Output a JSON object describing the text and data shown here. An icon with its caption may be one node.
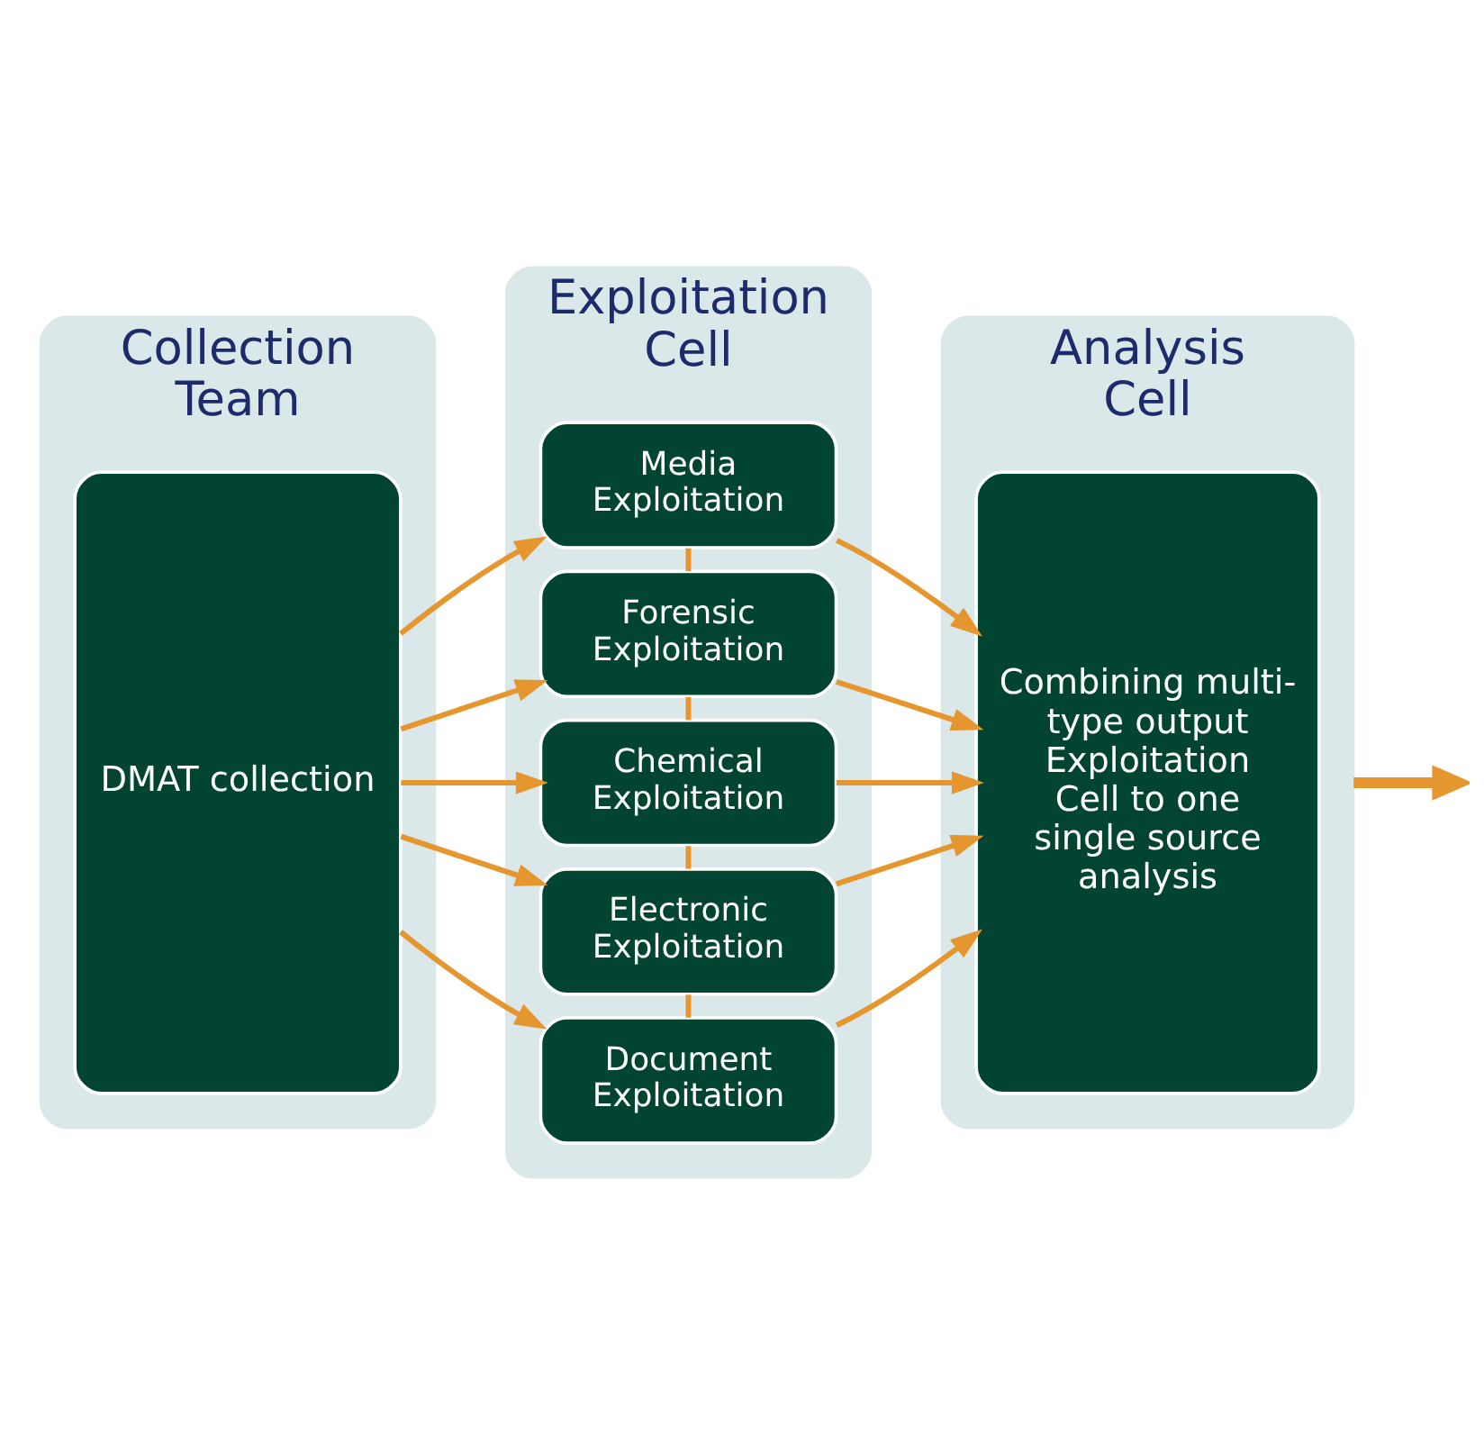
{
  "diagram": {
    "nodes": [
      {
        "text": [
          "Collection Team"
        ]
      },
      {
        "text": [
          "DMAT collection"
        ],
        "in": 0
      },
      {
        "text": [
          "Exploitation Cell"
        ]
      },
      {
        "text": [
          "Document Exploitation"
        ],
        "in": 2
      },
      {
        "text": [
          "Electronic Exploitation"
        ],
        "in": 2
      },
      {
        "text": [
          "Chemical Exploitation"
        ],
        "in": 2
      },
      {
        "text": [
          "Forensic Exploitation"
        ],
        "in": 2
      },
      {
        "text": [
          "Media Exploitation"
        ],
        "in": 2
      },
      {
        "text": [
          "Analysis Cell"
        ]
      },
      {
        "text": [
          "Combining multi-type output Exploitation Cell to one single source analysis"
        ],
        "in": 8
      }
    ],
    "edges": [
      {
        "from": 1,
        "to": 3,
        "arrow": "to"
      },
      {
        "from": 1,
        "to": 4,
        "arrow": "to"
      },
      {
        "from": 1,
        "to": 5,
        "arrow": "to"
      },
      {
        "from": 1,
        "to": 6,
        "arrow": "to"
      },
      {
        "from": 1,
        "to": 7,
        "arrow": "to"
      },
      {
        "from": 3,
        "to": 4,
        "arrow": "none"
      },
      {
        "from": 4,
        "to": 5,
        "arrow": "none"
      },
      {
        "from": 5,
        "to": 6,
        "arrow": "none"
      },
      {
        "from": 6,
        "to": 7,
        "arrow": "none"
      },
      {
        "from": 3,
        "to": 9,
        "arrow": "to"
      },
      {
        "from": 4,
        "to": 9,
        "arrow": "to"
      },
      {
        "from": 5,
        "to": 9,
        "arrow": "to"
      },
      {
        "from": 6,
        "to": 9,
        "arrow": "to"
      },
      {
        "from": 7,
        "to": 9,
        "arrow": "to"
      },
      {
        "from": 8,
        "to": null,
        "arrow": "to",
        "style": "thick"
      }
    ]
  }
}
